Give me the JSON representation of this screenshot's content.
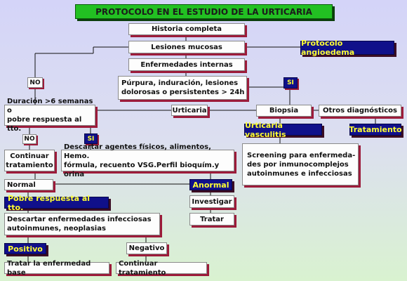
{
  "title": "PROTOCOLO EN EL ESTUDIO DE LA URTICARIA",
  "boxes": {
    "historia": "Historia completa",
    "lesiones": "Lesiones mucosas",
    "enfermedades": "Enfermedades internas",
    "angioedema": "Protocolo angioedema",
    "purpura_1": "Púrpura, induración, lesiones",
    "purpura_2": "dolorosas o persistentes > 24h",
    "duracion_1": "Duración >6 semanas o",
    "duracion_2": "pobre respuesta al tto.",
    "urticaria": "Urticaria",
    "biopsia": "Biopsia",
    "otros": "Otros diagnósticos",
    "vasculitis": "Urticaria vasculitis",
    "tratamiento": "Tratamiento",
    "continuar_1": "Continuar",
    "continuar_2": "tratamiento",
    "descartar_1": "Descartar agentes físicos, alimentos, Hemo.",
    "descartar_2": "fórmula, recuento VSG.Perfil bioquím.y orina",
    "screening_1": "Screening para enfermeda-",
    "screening_2": "des por inmunocomplejos",
    "screening_3": "autoinmunes e infecciosas",
    "normal": "Normal",
    "anormal": "Anormal",
    "investigar": "Investigar",
    "tratar": "Tratar",
    "pobre": "Pobre respuesta al tto.",
    "descartar_inf_1": "Descartar enfermedades infecciosas",
    "descartar_inf_2": "autoinmunes, neoplasias",
    "positivo": "Positivo",
    "negativo": "Negativo",
    "tratar_enf": "Tratar la enfermedad base",
    "continuar_trat": "Continuar tratamiento"
  },
  "tags": {
    "no_1": "NO",
    "si_1": "SI",
    "no_2": "NO",
    "si_2": "SI"
  }
}
